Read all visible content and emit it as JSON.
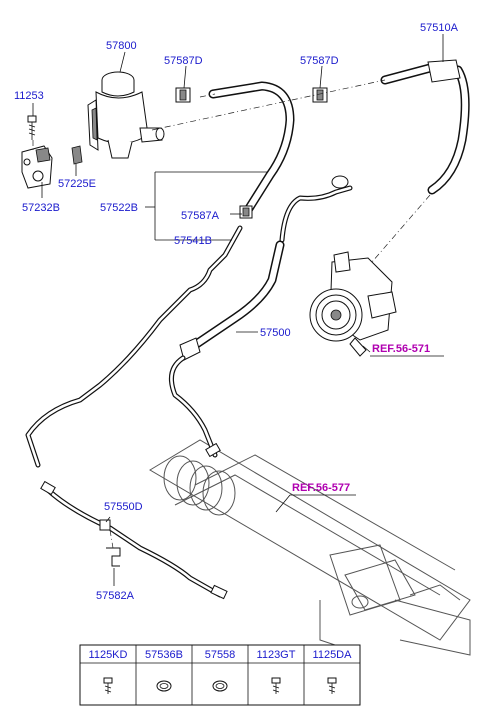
{
  "labels": {
    "p57800": "57800",
    "p57587D_1": "57587D",
    "p57587D_2": "57587D",
    "p57510A": "57510A",
    "p11253": "11253",
    "p57225E": "57225E",
    "p57232B": "57232B",
    "p57522B": "57522B",
    "p57587A": "57587A",
    "p57541B": "57541B",
    "p57500": "57500",
    "p57550D": "57550D",
    "p57582A": "57582A",
    "ref_pump": "REF.56-571",
    "ref_gear": "REF.56-577"
  },
  "parts_table": {
    "columns": [
      "1125KD",
      "57536B",
      "57558",
      "1123GT",
      "1125DA"
    ],
    "icons": [
      "bolt-icon",
      "ring-clamp-icon",
      "ring-clamp-icon",
      "bolt-icon",
      "bolt-icon"
    ]
  },
  "colors": {
    "part_number": "#1a1acc",
    "reference": "#b000b0",
    "line": "#111111"
  }
}
